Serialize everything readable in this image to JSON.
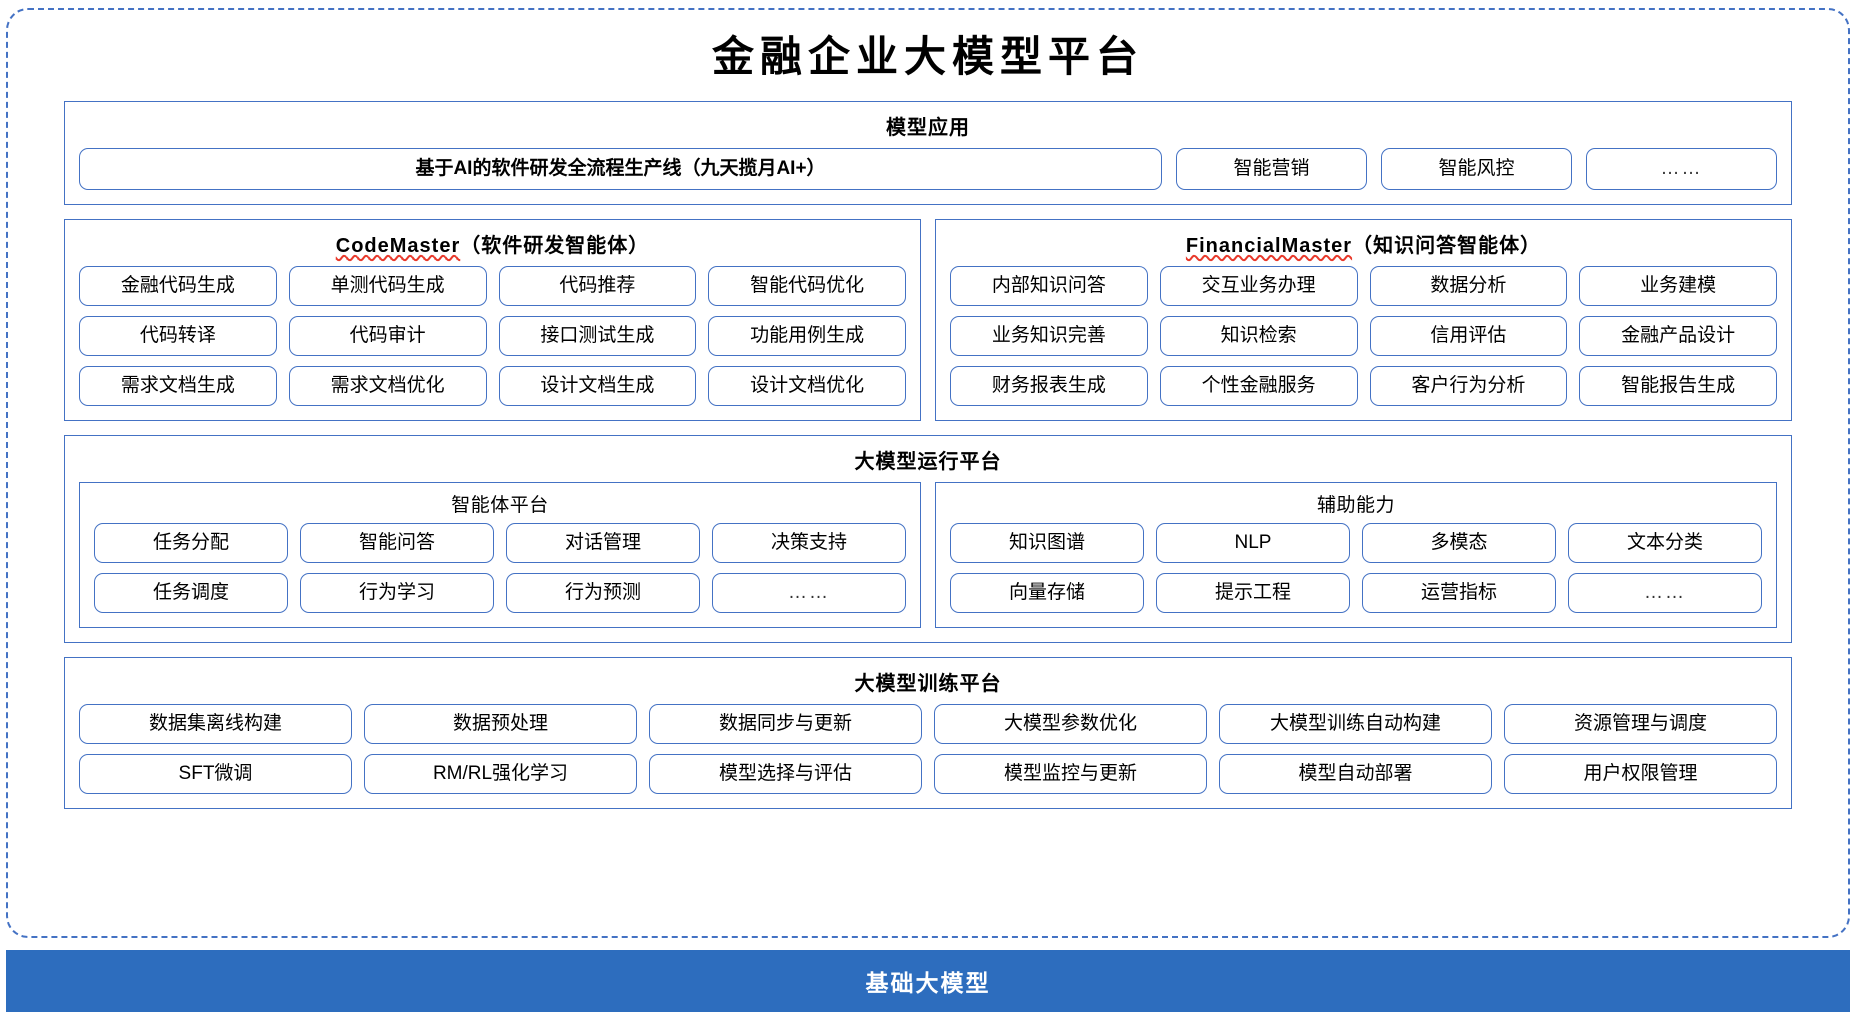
{
  "title": "金融企业大模型平台",
  "sections": {
    "apps": {
      "title": "模型应用",
      "primary": "基于AI的软件研发全流程生产线（九天揽月AI+）",
      "items": [
        "智能营销",
        "智能风控",
        "……"
      ]
    },
    "code_master": {
      "title_latin": "CodeMaster",
      "title_cn": "（软件研发智能体）",
      "items": [
        "金融代码生成",
        "单测代码生成",
        "代码推荐",
        "智能代码优化",
        "代码转译",
        "代码审计",
        "接口测试生成",
        "功能用例生成",
        "需求文档生成",
        "需求文档优化",
        "设计文档生成",
        "设计文档优化"
      ]
    },
    "financial_master": {
      "title_latin": "FinancialMaster",
      "title_cn": "（知识问答智能体）",
      "items": [
        "内部知识问答",
        "交互业务办理",
        "数据分析",
        "业务建模",
        "业务知识完善",
        "知识检索",
        "信用评估",
        "金融产品设计",
        "财务报表生成",
        "个性金融服务",
        "客户行为分析",
        "智能报告生成"
      ]
    },
    "runtime": {
      "title": "大模型运行平台",
      "agent_platform": {
        "title": "智能体平台",
        "items": [
          "任务分配",
          "智能问答",
          "对话管理",
          "决策支持",
          "任务调度",
          "行为学习",
          "行为预测",
          "……"
        ]
      },
      "auxiliary": {
        "title": "辅助能力",
        "items": [
          "知识图谱",
          "NLP",
          "多模态",
          "文本分类",
          "向量存储",
          "提示工程",
          "运营指标",
          "……"
        ]
      }
    },
    "training": {
      "title": "大模型训练平台",
      "items": [
        "数据集离线构建",
        "数据预处理",
        "数据同步与更新",
        "大模型参数优化",
        "大模型训练自动构建",
        "资源管理与调度",
        "SFT微调",
        "RM/RL强化学习",
        "模型选择与评估",
        "模型监控与更新",
        "模型自动部署",
        "用户权限管理"
      ]
    },
    "base_model": {
      "label": "基础大模型"
    }
  },
  "colors": {
    "accent_blue": "#4472C4",
    "band_blue": "#2D6DBE",
    "spellcheck_red": "#E8392B"
  }
}
